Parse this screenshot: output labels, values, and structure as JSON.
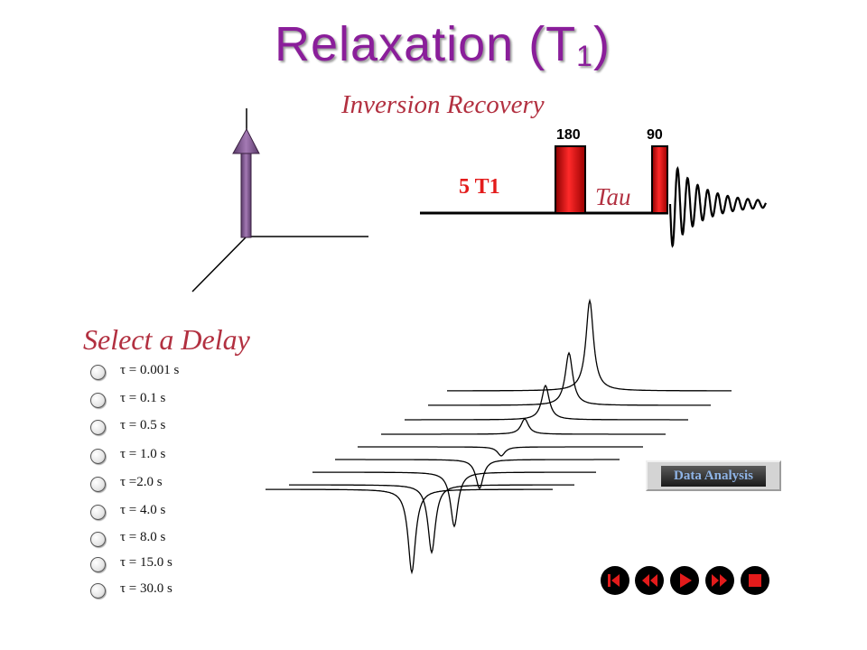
{
  "title": "Relaxation (T",
  "title_sub": "1",
  "title_close": ")",
  "subtitle": "Inversion Recovery",
  "pulse_sequence": {
    "label_180": "180",
    "label_90": "90",
    "delay_label": "5 T1",
    "tau_label": "Tau"
  },
  "select_label": "Select a Delay",
  "delays": [
    {
      "label": "τ = 0.001 s"
    },
    {
      "label": "τ = 0.1 s"
    },
    {
      "label": "τ = 0.5 s"
    },
    {
      "label": "τ = 1.0 s"
    },
    {
      "label": "τ =2.0 s"
    },
    {
      "label": "τ = 4.0 s"
    },
    {
      "label": "τ = 8.0 s"
    },
    {
      "label": "τ = 15.0 s"
    },
    {
      "label": "τ = 30.0 s"
    }
  ],
  "data_analysis_label": "Data Analysis",
  "colors": {
    "title": "#8a1e9a",
    "italic_labels": "#b23040",
    "pulse_red": "#e31b1b",
    "vector_purple": "#8a5a9a"
  },
  "nav_icons": [
    "skip-to-start-icon",
    "rewind-icon",
    "play-icon",
    "fast-forward-icon",
    "stop-icon"
  ]
}
